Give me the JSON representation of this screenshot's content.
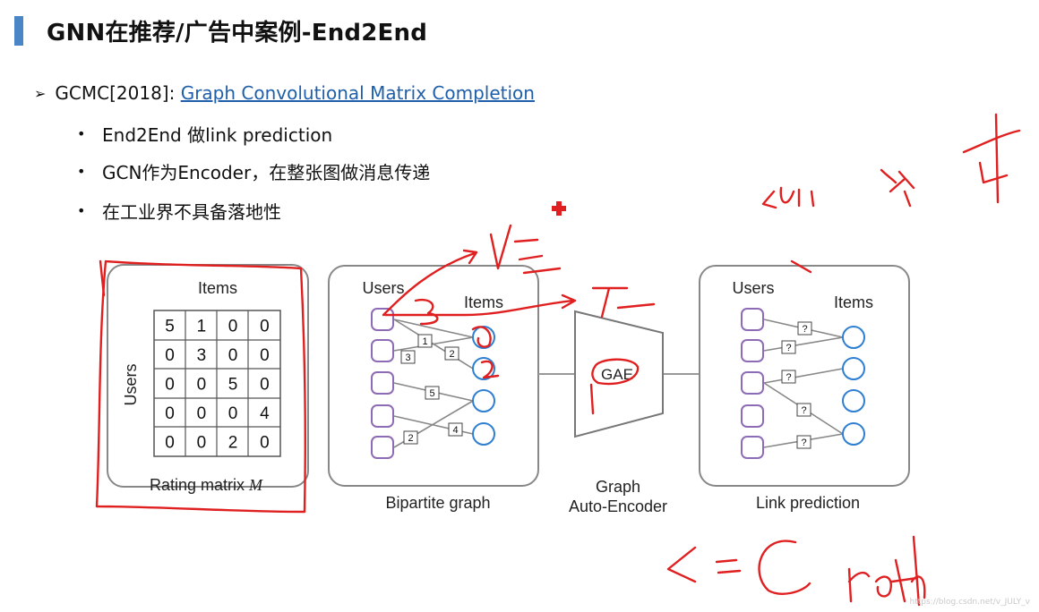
{
  "slide": {
    "title": "GNN在推荐/广告中案例-End2End"
  },
  "bullets": {
    "main_prefix": "GCMC[2018]: ",
    "main_link": "Graph Convolutional Matrix Completion",
    "sub": [
      "End2End 做link prediction",
      "GCN作为Encoder，在整张图做消息传递",
      "在工业界不具备落地性"
    ]
  },
  "figure": {
    "matrix_panel": {
      "items_label": "Items",
      "users_label": "Users",
      "caption": "Rating matrix",
      "caption_symbol": "M",
      "rows": [
        [
          "5",
          "1",
          "0",
          "0"
        ],
        [
          "0",
          "3",
          "0",
          "0"
        ],
        [
          "0",
          "0",
          "5",
          "0"
        ],
        [
          "0",
          "0",
          "0",
          "4"
        ],
        [
          "0",
          "0",
          "2",
          "0"
        ]
      ]
    },
    "bipartite_panel": {
      "users_label": "Users",
      "items_label": "Items",
      "caption": "Bipartite graph",
      "edge_labels": [
        "1",
        "3",
        "2",
        "5",
        "4",
        "2"
      ]
    },
    "encoder": {
      "inner_label": "GAE",
      "caption_line1": "Graph",
      "caption_line2": "Auto-Encoder"
    },
    "link_panel": {
      "users_label": "Users",
      "items_label": "Items",
      "caption": "Link prediction",
      "edge_labels": [
        "?",
        "?",
        "?",
        "?",
        "?"
      ]
    }
  },
  "colors": {
    "accent_bar": "#4a86c5",
    "link": "#1f5faa",
    "user_node": "#8e6bb5",
    "item_node": "#2f7fd1",
    "annotation_ink": "#e02020"
  },
  "watermark": "https://blog.csdn.net/v_JULY_v"
}
